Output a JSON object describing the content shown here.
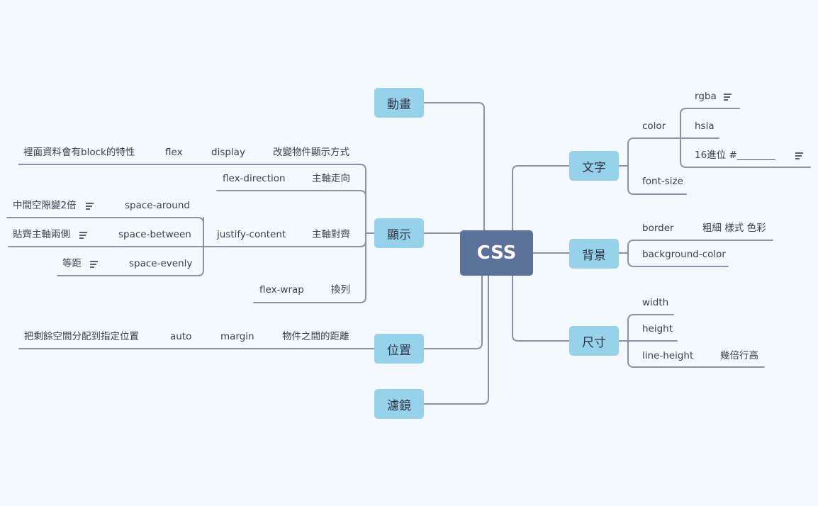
{
  "root": "CSS",
  "topics": {
    "animation": "動畫",
    "display": "顯示",
    "position": "位置",
    "filter": "濾鏡",
    "text": "文字",
    "background": "背景",
    "size": "尺寸"
  },
  "display_branch": {
    "change_display": "改變物件顯示方式",
    "display": "display",
    "flex": "flex",
    "flex_desc": "裡面資料會有block的特性",
    "main_axis_dir": "主軸走向",
    "flex_direction": "flex-direction",
    "main_axis_align": "主軸對齊",
    "justify_content": "justify-content",
    "space_around": "space-around",
    "space_around_desc": "中間空隙變2倍",
    "space_between": "space-between",
    "space_between_desc": "貼齊主軸兩側",
    "space_evenly": "space-evenly",
    "space_evenly_desc": "等距",
    "wrap": "換列",
    "flex_wrap": "flex-wrap"
  },
  "position_branch": {
    "distance": "物件之間的距離",
    "margin": "margin",
    "auto": "auto",
    "auto_desc": "把剩餘空間分配到指定位置"
  },
  "text_branch": {
    "color": "color",
    "rgba": "rgba",
    "hsla": "hsla",
    "hex": "16進位 #________",
    "font_size": "font-size"
  },
  "background_branch": {
    "border": "border",
    "border_desc": "粗細 樣式 色彩",
    "background_color": "background-color"
  },
  "size_branch": {
    "width": "width",
    "height": "height",
    "line_height": "line-height",
    "line_height_desc": "幾倍行高"
  },
  "colors": {
    "background": "#f4f9ff",
    "root_fill": "#5b709b",
    "topic_fill": "#96d3ea",
    "connector": "#8a93a3"
  },
  "icons": [
    "note-icon"
  ]
}
